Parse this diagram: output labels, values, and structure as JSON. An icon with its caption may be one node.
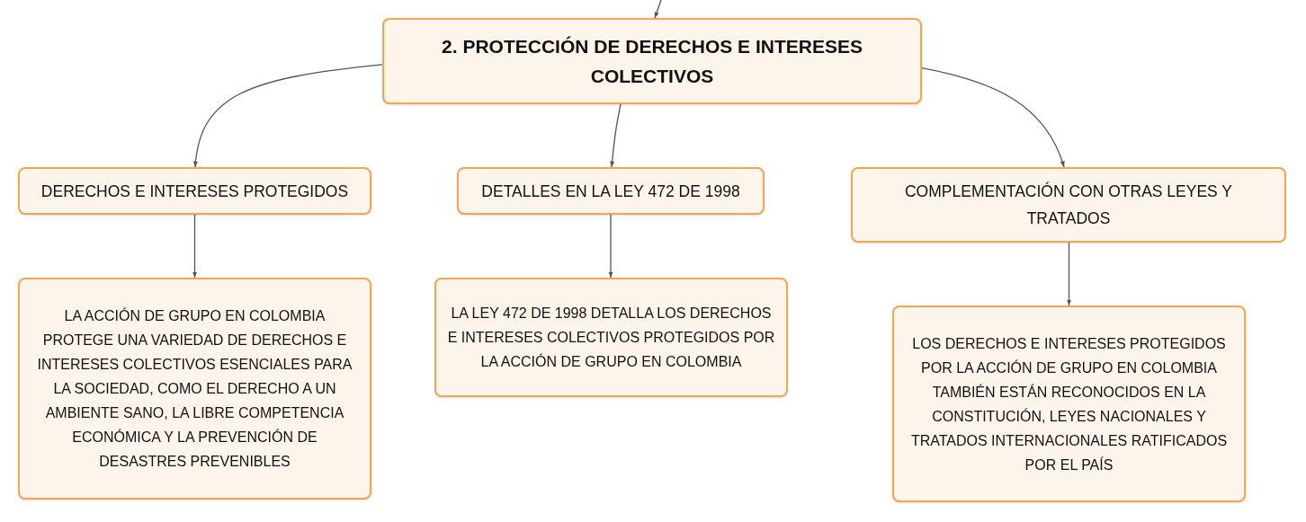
{
  "diagram": {
    "nodes": [
      {
        "text": [
          "2. PROTECCIÓN DE DERECHOS E INTERESES COLECTIVOS"
        ]
      },
      {
        "text": [
          "DERECHOS E INTERESES PROTEGIDOS"
        ]
      },
      {
        "text": [
          "DETALLES EN LA LEY 472 DE 1998"
        ]
      },
      {
        "text": [
          "COMPLEMENTACIÓN CON OTRAS LEYES Y TRATADOS"
        ]
      },
      {
        "text": [
          "LA ACCIÓN DE GRUPO EN COLOMBIA PROTEGE UNA VARIEDAD DE DERECHOS E INTERESES COLECTIVOS ESENCIALES PARA LA SOCIEDAD, COMO EL DERECHO A UN AMBIENTE SANO, LA LIBRE COMPETENCIA ECONÓMICA Y LA PREVENCIÓN DE DESASTRES PREVENIBLES"
        ]
      },
      {
        "text": [
          "LA LEY 472 DE 1998 DETALLA LOS DERECHOS E INTERESES COLECTIVOS PROTEGIDOS POR LA ACCIÓN DE GRUPO EN COLOMBIA"
        ]
      },
      {
        "text": [
          "LOS DERECHOS E INTERESES PROTEGIDOS POR LA ACCIÓN DE GRUPO EN COLOMBIA TAMBIÉN ESTÁN RECONOCIDOS EN LA CONSTITUCIÓN, LEYES NACIONALES Y TRATADOS INTERNACIONALES RATIFICADOS POR EL PAÍS"
        ]
      }
    ],
    "edges": [
      {
        "from": null,
        "to": 0,
        "arrow": "to"
      },
      {
        "from": 0,
        "to": 1,
        "arrow": "to"
      },
      {
        "from": 0,
        "to": 2,
        "arrow": "to"
      },
      {
        "from": 0,
        "to": 3,
        "arrow": "to"
      },
      {
        "from": 1,
        "to": 4,
        "arrow": "to"
      },
      {
        "from": 2,
        "to": 5,
        "arrow": "to"
      },
      {
        "from": 3,
        "to": 6,
        "arrow": "to"
      }
    ]
  }
}
